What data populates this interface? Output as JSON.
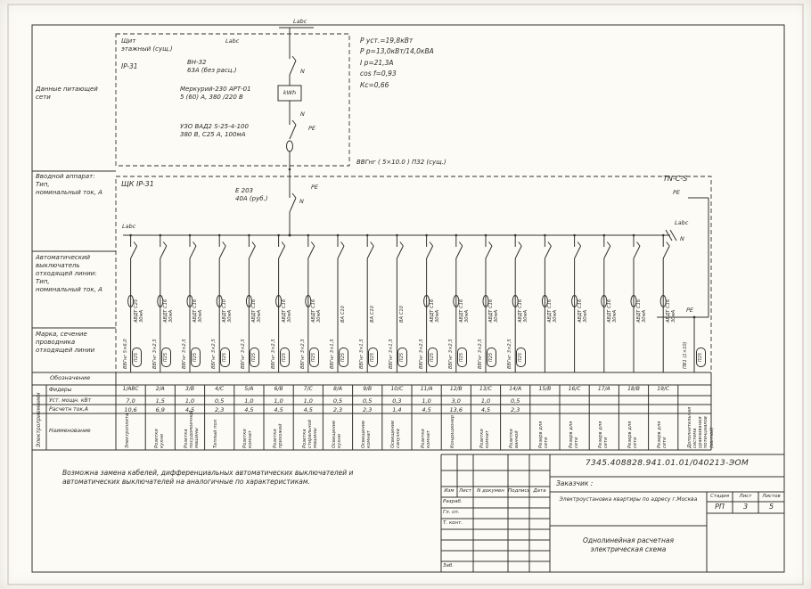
{
  "labels": {
    "labc": "Labc",
    "n": "N",
    "pe": "PE"
  },
  "floor_panel": {
    "title": "Щит\nэтажный (сущ.)",
    "ip": "IP-31",
    "switch_label": "ВН-32\n63А (без расц.)",
    "meter_label": "Меркурий-230  АРТ-01\n5 (60) А,  380 /220 В",
    "meter_box": "kWh",
    "rcd_label": "УЗО ВАД2 S-25-4-100\n380 В, С25 А, 100мА"
  },
  "supply": {
    "params": "Р уст.=19,8кВт\nР р=13,0кВт/14,0кВА\nI р=21,3А\ncos f=0,93\nКс=0,66",
    "cable": "ВВГнг ( 5×10.0 )  П32 (сущ.)",
    "system": "TN-C-S"
  },
  "panel": {
    "name": "ЩК  IP-31",
    "switch_label": "Е 203\n40А (руб.)"
  },
  "left_headers": {
    "supply": "Данные питающей\nсети",
    "input_device": "Вводной аппарат:\nТип,\nноминальный ток, А",
    "breaker": "Автоматический\nвыключатель\nотходящей линии:\nТип,\nноминальный ток, А",
    "cable": "Марка, сечение\nпроводника\nотходящей линии"
  },
  "table": {
    "row_designation": "Обозначение",
    "row_feeders": "Фидеры",
    "row_power": "Уст. мощн. кВт",
    "row_current": "Расчетн ток,А",
    "row_name": "Наименование",
    "consumers": "Электроприемники"
  },
  "feeders": [
    {
      "id": "1/АВС",
      "breaker": "АВДТ С25\n30мА",
      "cable": "ВВГнг 5×6,0",
      "conduit": "П25",
      "power": "7,0",
      "current": "10,6",
      "name": "Электроплита",
      "diff": true
    },
    {
      "id": "2/А",
      "breaker": "АВДТ С16\n30мА",
      "cable": "ВВГнг 3×2,5",
      "conduit": "П25",
      "power": "1,5",
      "current": "6,9",
      "name": "Розетки кухни",
      "diff": true
    },
    {
      "id": "3/В",
      "breaker": "АВДТ С16\n30мА",
      "cable": "ВВГнг 3×2,5",
      "conduit": "П25",
      "power": "1,0",
      "current": "4,5",
      "name": "Розетка посудомоечной машины",
      "diff": true
    },
    {
      "id": "4/С",
      "breaker": "АВДТ С10\n30мА",
      "cable": "ВВГнг 3×2,5",
      "conduit": "П25",
      "power": "0,5",
      "current": "2,3",
      "name": "Теплый пол",
      "diff": true
    },
    {
      "id": "5/А",
      "breaker": "АВДТ С16\n30мА",
      "cable": "ВВГнг 3×2,5",
      "conduit": "П25",
      "power": "1,0",
      "current": "4,5",
      "name": "Розетки комнат",
      "diff": true
    },
    {
      "id": "6/В",
      "breaker": "АВДТ С16\n30мА",
      "cable": "ВВГнг 3×2,5",
      "conduit": "П25",
      "power": "1,0",
      "current": "4,5",
      "name": "Розетки прихожей",
      "diff": true
    },
    {
      "id": "7/С",
      "breaker": "АВДТ С16\n30мА",
      "cable": "ВВГнг 3×2,5",
      "conduit": "П25",
      "power": "1,0",
      "current": "4,5",
      "name": "Розетка стиральной машины",
      "diff": true
    },
    {
      "id": "8/А",
      "breaker": "ВА С10",
      "cable": "ВВГнг 3×1,5",
      "conduit": "П25",
      "power": "0,5",
      "current": "2,3",
      "name": "Освещение кухни",
      "diff": false
    },
    {
      "id": "9/В",
      "breaker": "ВА С10",
      "cable": "ВВГнг 3×1,5",
      "conduit": "П25",
      "power": "0,5",
      "current": "2,3",
      "name": "Освещение комнат",
      "diff": false
    },
    {
      "id": "10/С",
      "breaker": "ВА С10",
      "cable": "ВВГнг 3×1,5",
      "conduit": "П25",
      "power": "0,3",
      "current": "1,4",
      "name": "Освещение санузла",
      "diff": false
    },
    {
      "id": "11/А",
      "breaker": "АВДТ С16\n30мА",
      "cable": "ВВГнг 3×2,5",
      "conduit": "П25",
      "power": "1,0",
      "current": "4,5",
      "name": "Розетки комнат",
      "diff": true
    },
    {
      "id": "12/В",
      "breaker": "АВДТ С16\n30мА",
      "cable": "ВВГнг 3×2,5",
      "conduit": "П25",
      "power": "3,0",
      "current": "13,6",
      "name": "Кондиционер",
      "diff": true
    },
    {
      "id": "13/С",
      "breaker": "АВДТ С16\n30мА",
      "cable": "ВВГнг 3×2,5",
      "conduit": "П25",
      "power": "1,0",
      "current": "4,5",
      "name": "Розетки комнат",
      "diff": true
    },
    {
      "id": "14/А",
      "breaker": "АВДТ С16\n30мА",
      "cable": "ВВГнг 3×2,5",
      "conduit": "П25",
      "power": "0,5",
      "current": "2,3",
      "name": "Розетки ванной",
      "diff": true
    },
    {
      "id": "15/В",
      "breaker": "АВДТ С16\n30мА",
      "cable": "",
      "conduit": "",
      "power": "",
      "current": "",
      "name": "Резерв для сети",
      "diff": true
    },
    {
      "id": "16/С",
      "breaker": "АВДТ С16\n30мА",
      "cable": "",
      "conduit": "",
      "power": "",
      "current": "",
      "name": "Резерв для сети",
      "diff": true
    },
    {
      "id": "17/А",
      "breaker": "АВДТ С16\n30мА",
      "cable": "",
      "conduit": "",
      "power": "",
      "current": "",
      "name": "Резерв для сети",
      "diff": true
    },
    {
      "id": "18/В",
      "breaker": "АВДТ С16\n30мА",
      "cable": "",
      "conduit": "",
      "power": "",
      "current": "",
      "name": "Резерв для сети",
      "diff": true
    },
    {
      "id": "19/С",
      "breaker": "АВДТ С16\n30мА",
      "cable": "",
      "conduit": "",
      "power": "",
      "current": "",
      "name": "Резерв для сети",
      "diff": true
    }
  ],
  "bonding": {
    "cable": "ПВ1 (1×10)",
    "conduit": "П25",
    "name": "Дополнительная система уравнивания потенциалов (ванной)"
  },
  "note": "Возможна замена кабелей, дифференциальных автоматических выключателей и\nавтоматических выключателей на аналогичные по характеристикам.",
  "titleblock": {
    "doc_number": "7345.408828.941.01.01/040213-ЭОМ",
    "rev_headers": [
      "Изм",
      "Лист",
      "N докумен",
      "Подпись",
      "Дата"
    ],
    "roles": [
      "Разраб.",
      "Гл. сп.",
      "Т. конт."
    ],
    "bottom_left": "Заб.",
    "customer": "Заказчик :",
    "object": "Электроустановка квартиры по адресу г.Москва",
    "stage_headers": [
      "Стадия",
      "Лист",
      "Листов"
    ],
    "stage_values": [
      "РП",
      "3",
      "5"
    ],
    "doc_title": "Однолинейная расчетная\nэлектрическая схема"
  }
}
